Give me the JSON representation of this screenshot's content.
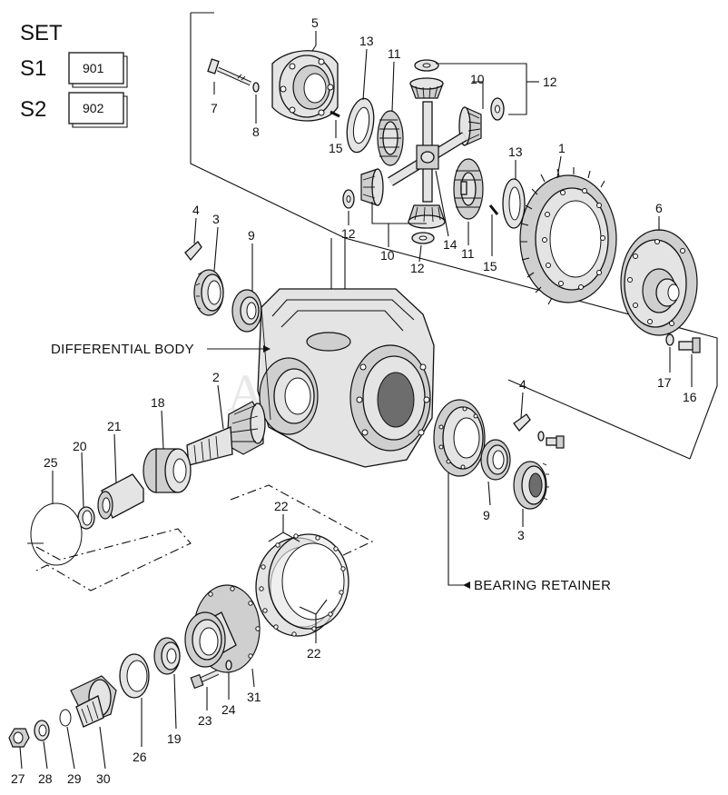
{
  "header": {
    "set_label": "SET",
    "s1_label": "S1",
    "s1_code": "901",
    "s2_label": "S2",
    "s2_code": "902"
  },
  "labels": {
    "differential_body": "DIFFERENTIAL BODY",
    "bearing_retainer": "BEARING RETAINER",
    "watermark": "AutoSoft"
  },
  "callouts": {
    "c1": "1",
    "c2": "2",
    "c3a": "3",
    "c3b": "3",
    "c4a": "4",
    "c4b": "4",
    "c5": "5",
    "c6": "6",
    "c7": "7",
    "c8": "8",
    "c9a": "9",
    "c9b": "9",
    "c10a": "10",
    "c10b": "10",
    "c11a": "11",
    "c11b": "11",
    "c12a": "12",
    "c12b": "12",
    "c12c": "12",
    "c13a": "13",
    "c13b": "13",
    "c14": "14",
    "c15a": "15",
    "c15b": "15",
    "c16": "16",
    "c17": "17",
    "c18": "18",
    "c19": "19",
    "c20": "20",
    "c21": "21",
    "c22a": "22",
    "c22b": "22",
    "c23": "23",
    "c24": "24",
    "c25": "25",
    "c26": "26",
    "c27": "27",
    "c28": "28",
    "c29": "29",
    "c30": "30",
    "c31": "31"
  }
}
